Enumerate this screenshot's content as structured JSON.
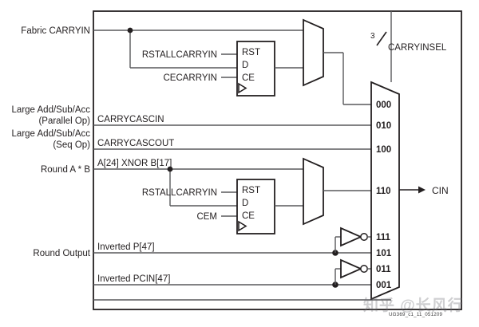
{
  "figure": {
    "id_label": "UG369_c1_11_051209",
    "watermark": "知乎 @长风行"
  },
  "side_labels": [
    {
      "name": "fabric-carryin",
      "line1": "Fabric CARRYIN",
      "line2": ""
    },
    {
      "name": "large-add-sub-acc-parallel",
      "line1": "Large Add/Sub/Acc",
      "line2": "(Parallel Op)"
    },
    {
      "name": "large-add-sub-acc-seq",
      "line1": "Large Add/Sub/Acc",
      "line2": "(Seq Op)"
    },
    {
      "name": "round-a-b",
      "line1": "Round A * B",
      "line2": ""
    },
    {
      "name": "round-output",
      "line1": "Round Output",
      "line2": ""
    }
  ],
  "signals": {
    "carrycascin": "CARRYCASCIN",
    "carrycascout": "CARRYCASCOUT",
    "a_xnor_b": "A[24] XNOR B[17]",
    "inverted_p": "Inverted P[47]",
    "inverted_pcin": "Inverted PCIN[47]"
  },
  "registers": [
    {
      "name": "carryin-register",
      "rst_label": "RSTALLCARRYIN",
      "ce_label": "CECARRYIN",
      "pins": {
        "rst": "RST",
        "d": "D",
        "ce": "CE"
      }
    },
    {
      "name": "mult-register",
      "rst_label": "RSTALLCARRYIN",
      "ce_label": "CEM",
      "pins": {
        "rst": "RST",
        "d": "D",
        "ce": "CE"
      }
    }
  ],
  "select_control": {
    "label": "CARRYINSEL",
    "bus_width": "3"
  },
  "mux": {
    "name": "carryin-mux",
    "select_codes": [
      "000",
      "010",
      "100",
      "110",
      "111",
      "101",
      "011",
      "001"
    ],
    "output_label": "CIN"
  }
}
